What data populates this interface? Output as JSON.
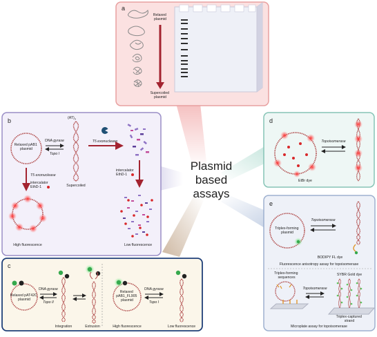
{
  "center": {
    "line1": "Plasmid",
    "line2": "based",
    "line3": "assays"
  },
  "panels": {
    "a": {
      "label": "a",
      "relaxed": "Relaxed\nplasmid",
      "supercoiled": "Supercoiled\nplasmid"
    },
    "b": {
      "label": "b",
      "relaxed_pab1": "Relaxed pAB1\nplasmid",
      "dna_gyrase_prefix": "DNA",
      "dna_gyrase_italic": "gyrase",
      "topo_i": "Topo I",
      "at_n": "(AT)n",
      "supercoiled": "Supercoiled",
      "t5_exo_top": "T5 exonuclease",
      "t5_exo_left": "T5 exonuclease",
      "intercalator_left": "intercalator\nEthD-1",
      "intercalator_right": "intercalator\nEthD-1",
      "high_fluor": "High fluorescence",
      "low_fluor": "Low fluorescence"
    },
    "c": {
      "label": "c",
      "relaxed_pat42c": "Relaxed pAT42C\nplasmid",
      "dna_gyrase_prefix": "DNA",
      "dna_gyrase_italic": "gyrase",
      "topo_ii": "Topo II",
      "integration": "Integration",
      "extrusion": "Extrusion",
      "relaxed_fl905": "Relaxed\npAB1_FL905\nplasmid",
      "dna_gyrase2_prefix": "DNA",
      "dna_gyrase2_italic": "gyrase",
      "topo_i": "Topo I",
      "high_fluor": "High fluorescence",
      "low_fluor": "Low fluorescence"
    },
    "d": {
      "label": "d",
      "topoisomerase": "Topoisomerase",
      "etbr": "EtBr dye"
    },
    "e": {
      "label": "e",
      "triplex_plasmid": "Triplex-forming\nplasmid",
      "topoisomerase1": "Topoisomerase",
      "bodipy": "BODIPY FL dye",
      "fa_title": "Fluorescence anisotropy assay for topoisomerase",
      "triplex_seqs": "Triplex-forming\nsequences",
      "topoisomerase2": "Topoisomerase",
      "sybr": "SYBR Gold dye",
      "triplex_captured": "Triplex-captured\nstrand",
      "mp_title": "Microplate assay for topoisomerase"
    }
  },
  "colors": {
    "panel_a_bg": "#fbe1e1",
    "panel_a_border": "#e8a0a0",
    "panel_b_bg": "#f3f0fa",
    "panel_b_border": "#9a8ec6",
    "panel_c_bg": "#fbf6ea",
    "panel_c_border": "#1f3f78",
    "panel_d_bg": "#eef7f5",
    "panel_d_border": "#86c4b6",
    "panel_e_bg": "#eef1f8",
    "panel_e_border": "#9db0cf",
    "dna": "#b04b4b",
    "arrow_red": "#a32330",
    "glow": "#ff3b3b",
    "fluor_green": "#36a94d"
  }
}
